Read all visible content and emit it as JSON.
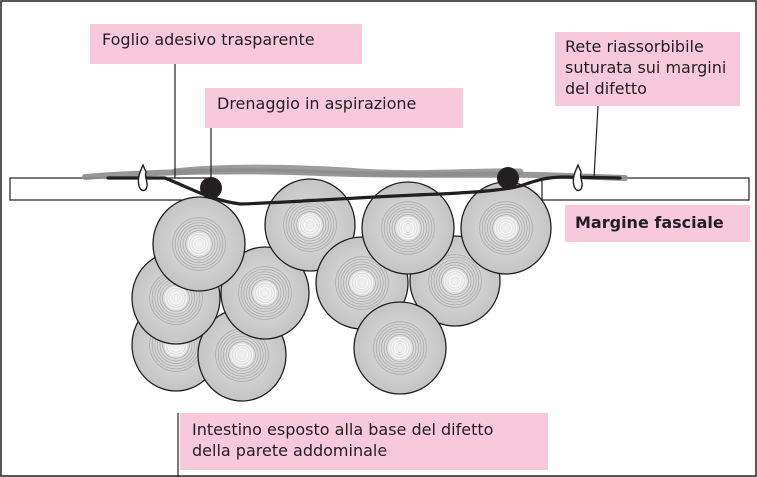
{
  "labels": {
    "foglio": "Foglio adesivo trasparente",
    "drenaggio": "Drenaggio in aspirazione",
    "rete_line1": "Rete riassorbibile",
    "rete_line2": "suturata sui margini",
    "rete_line3": "del difetto",
    "margine": "Margine fasciale",
    "intestino_line1": "Intestino esposto alla base del difetto",
    "intestino_line2": "della parete addominale"
  },
  "colors": {
    "label_bg": "#f8c8dc",
    "bowel_fill": "#c8c8c8",
    "mesh_gray": "#8c8c8c",
    "line_dark": "#231f20"
  }
}
